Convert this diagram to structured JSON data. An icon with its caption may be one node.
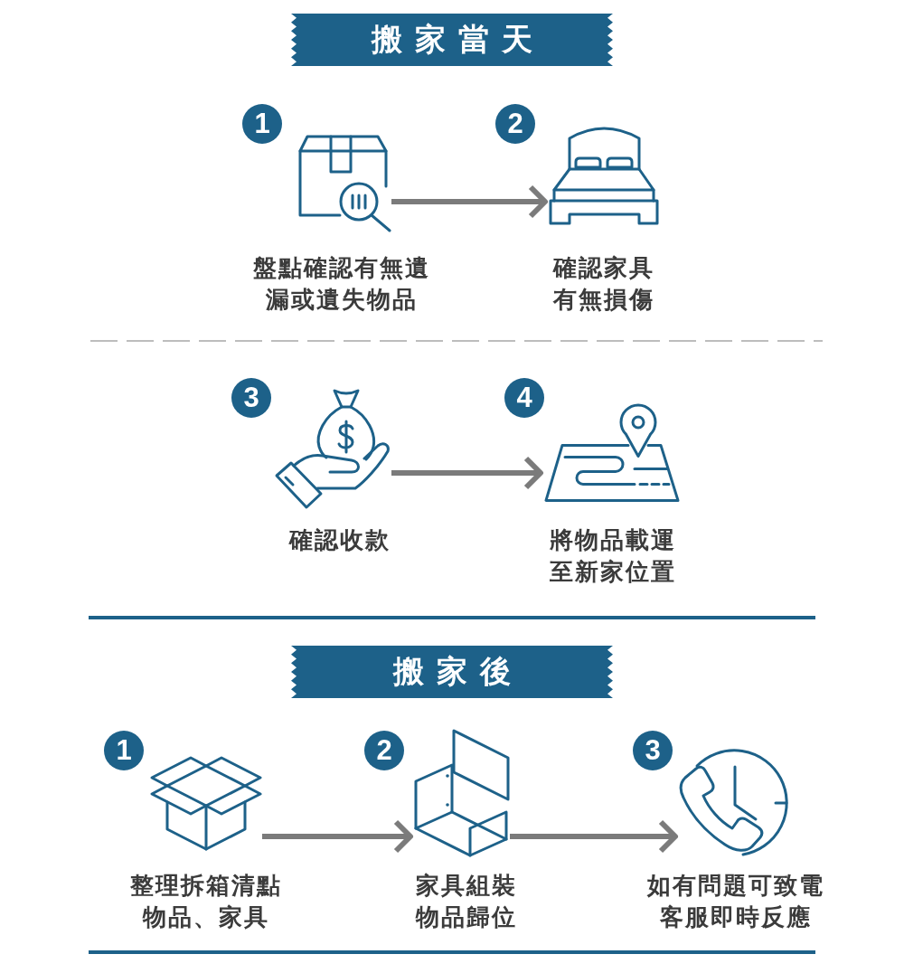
{
  "diagram": {
    "nodes": [
      {
        "text": [
          "搬家當天"
        ]
      },
      {
        "text": [
          "1"
        ]
      },
      {
        "text": [],
        "shape": "picture",
        "beside": [
          "盤點確認有無遺漏或遺失物品"
        ]
      },
      {
        "text": [
          "2"
        ]
      },
      {
        "text": [],
        "shape": "picture",
        "beside": [
          "確認家具有無損傷"
        ]
      },
      {
        "text": [
          "3"
        ]
      },
      {
        "text": [],
        "shape": "picture",
        "beside": [
          "確認收款"
        ]
      },
      {
        "text": [
          "4"
        ]
      },
      {
        "text": [],
        "shape": "picture",
        "beside": [
          "將物品載運至新家位置"
        ]
      },
      {
        "text": [
          "搬家後"
        ]
      },
      {
        "text": [
          "1"
        ]
      },
      {
        "text": [],
        "shape": "picture",
        "beside": [
          "整理拆箱清點物品、家具"
        ]
      },
      {
        "text": [
          "2"
        ]
      },
      {
        "text": [],
        "shape": "picture",
        "beside": [
          "家具組裝物品歸位"
        ]
      },
      {
        "text": [
          "3"
        ]
      },
      {
        "text": [],
        "shape": "picture",
        "beside": [
          "如有問題可致電客服即時反應"
        ]
      }
    ],
    "edges": [
      {
        "from": 2,
        "to": 4,
        "arrow": "to"
      },
      {
        "from": 6,
        "to": 8,
        "arrow": "to"
      },
      {
        "from": 11,
        "to": 13,
        "arrow": "to"
      },
      {
        "from": 13,
        "to": 15,
        "arrow": "to"
      }
    ]
  }
}
